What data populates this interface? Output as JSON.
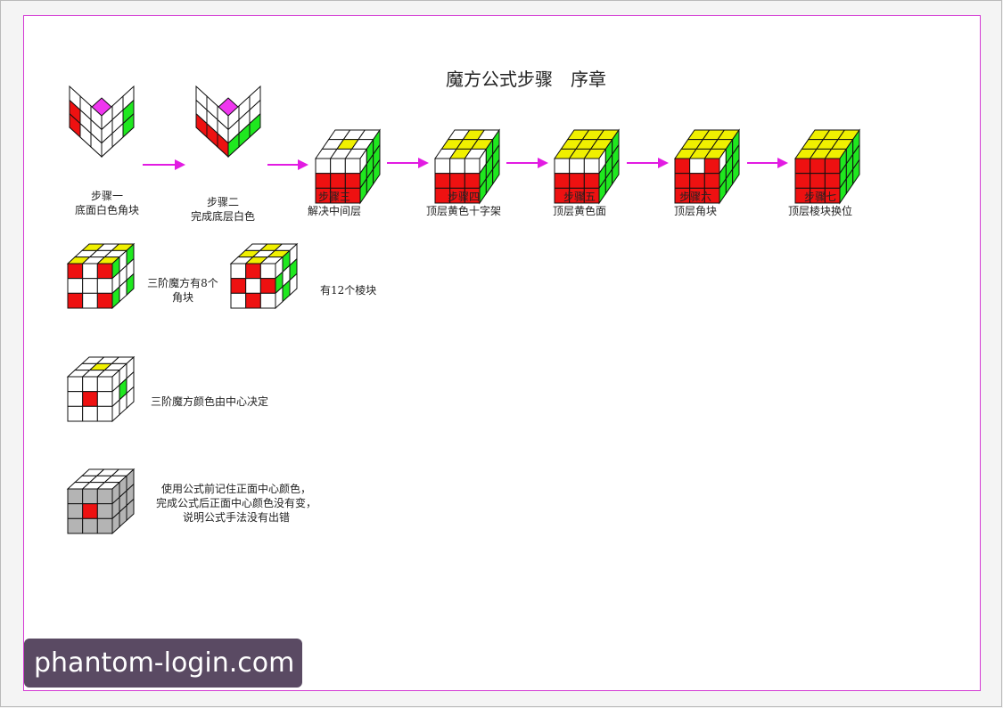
{
  "title": "魔方公式步骤　序章",
  "steps": [
    {
      "label1": "步骤一",
      "label2": "底面白色角块"
    },
    {
      "label1": "步骤二",
      "label2": "完成底层白色"
    },
    {
      "label1": "步骤三",
      "label2": "解决中间层"
    },
    {
      "label1": "步骤四",
      "label2": "顶层黄色十字架"
    },
    {
      "label1": "步骤五",
      "label2": "顶层黄色面"
    },
    {
      "label1": "步骤六",
      "label2": "顶层角块"
    },
    {
      "label1": "步骤七",
      "label2": "顶层棱块换位"
    }
  ],
  "notes": {
    "corners_line1": "三阶魔方有8个",
    "corners_line2": "角块",
    "edges": "有12个棱块",
    "centers": "三阶魔方颜色由中心决定",
    "formula_line1": "使用公式前记住正面中心颜色，",
    "formula_line2": "完成公式后正面中心颜色没有变，",
    "formula_line3": "说明公式手法没有出错"
  },
  "watermark": "phantom-login.com",
  "colors": {
    "frame": "#d43ad4",
    "arrow": "#e21be2",
    "red": "#ee1111",
    "yellow": "#f0f000",
    "green": "#1fe81f",
    "magenta": "#ef36ef",
    "white": "#ffffff",
    "gray": "#b4b4b4"
  }
}
